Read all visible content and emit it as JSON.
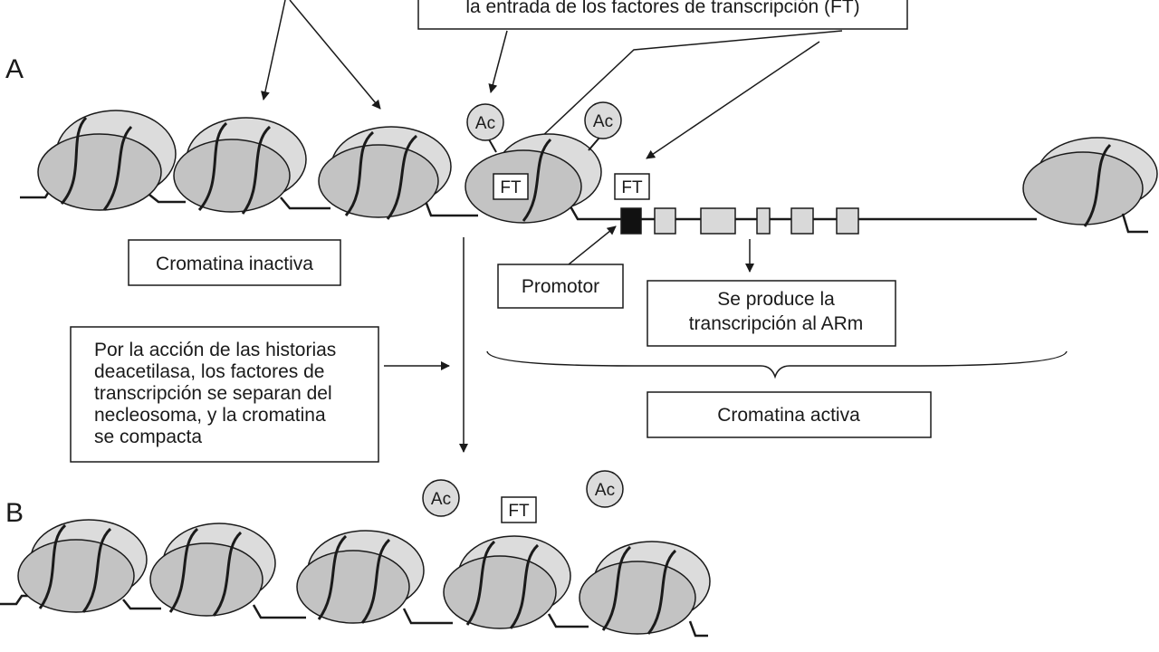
{
  "panels": {
    "a": "A",
    "b": "B"
  },
  "top_box": {
    "line": "la entrada de los factores de transcripción (FT)"
  },
  "labels": {
    "inactive": "Cromatina inactiva",
    "promoter": "Promotor",
    "transcription_1": "Se produce la",
    "transcription_2": "transcripción al ARm",
    "active": "Cromatina activa",
    "explanation": [
      "Por la acción de las historias",
      "deacetilasa, los factores de",
      "transcripción se separan del",
      "necleosoma, y la cromatina",
      "se compacta"
    ]
  },
  "badges": {
    "acetyl": "Ac",
    "transcription_factor": "FT"
  },
  "colors": {
    "nucleosome_back": "#dcdcdc",
    "nucleosome_front": "#c3c3c3",
    "ink": "#1a1a1a",
    "promoter": "#111111",
    "exon": "#d9d9d9",
    "box_fill": "#ffffff"
  }
}
